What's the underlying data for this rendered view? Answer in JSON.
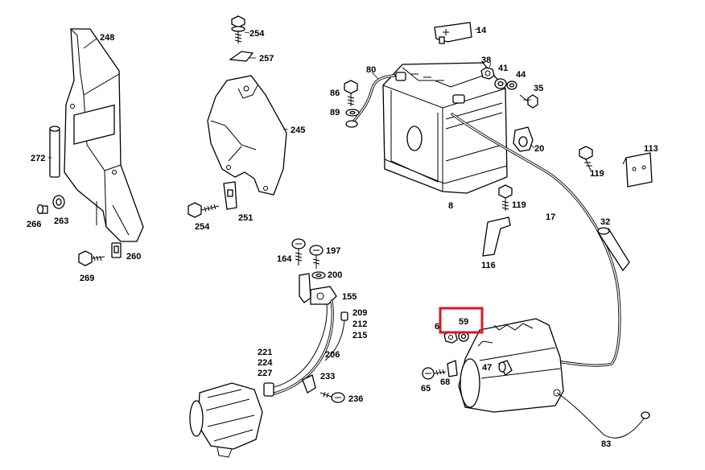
{
  "diagram": {
    "highlight_color": "#e0141e",
    "highlighted_label": "59",
    "labels": {
      "p248": "248",
      "p272": "272",
      "p266": "266",
      "p263": "263",
      "p260": "260",
      "p269": "269",
      "p254a": "254",
      "p257": "257",
      "p245": "245",
      "p251": "251",
      "p254b": "254",
      "p14": "14",
      "p80": "80",
      "p38": "38",
      "p41": "41",
      "p44": "44",
      "p35": "35",
      "p86": "86",
      "p89": "89",
      "p20": "20",
      "p113": "113",
      "p119a": "119",
      "p119b": "119",
      "p8": "8",
      "p17": "17",
      "p32": "32",
      "p116": "116",
      "p164": "164",
      "p197": "197",
      "p200": "200",
      "p155": "155",
      "p209": "209",
      "p212": "212",
      "p215": "215",
      "p206": "206",
      "p221": "221",
      "p224": "224",
      "p227": "227",
      "p233": "233",
      "p236": "236",
      "p6": "6",
      "p59": "59",
      "p47": "47",
      "p68": "68",
      "p65": "65",
      "p83": "83"
    }
  }
}
